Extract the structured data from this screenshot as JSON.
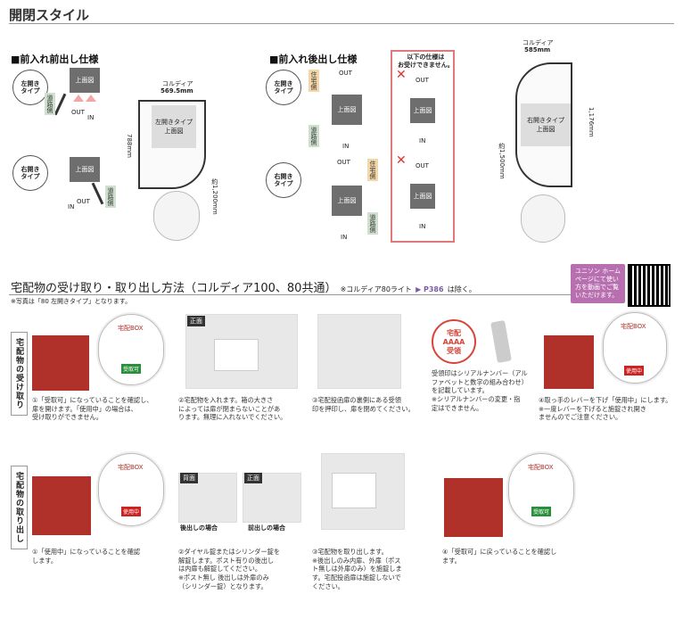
{
  "header": {
    "title": "開閉スタイル"
  },
  "front_front": {
    "title": "■前入れ前出し仕様",
    "left_type": "左開き\nタイプ",
    "right_type": "右開き\nタイプ",
    "top_view": "上面図",
    "road_side": "道路側",
    "out": "OUT",
    "in": "IN",
    "model": "コルディア",
    "width": "569.5mm",
    "depth": "788mm",
    "height": "約1,200mm",
    "plan_label": "左開きタイプ\n上面図"
  },
  "front_back": {
    "title": "■前入れ後出し仕様",
    "left_type": "左開き\nタイプ",
    "right_type": "右開き\nタイプ",
    "top_view": "上面図",
    "house_side": "住宅側",
    "road_side": "道路側",
    "out": "OUT",
    "in": "IN",
    "not_available": "以下の仕様は\nお受けできません。"
  },
  "plan2": {
    "model": "コルディア",
    "width": "585mm",
    "height": "1,176mm",
    "total": "約1,500mm",
    "plan_label": "右開きタイプ\n上面図"
  },
  "section2": {
    "title": "宅配物の受け取り・取り出し方法（コルディア100、80共通）",
    "note_a": "※コルディア80ライト",
    "note_b": "P386",
    "note_c": "は除く。",
    "photo_note": "※写真は「80 左開きタイプ」となります。",
    "badge": "ユニソン ホーム\nページにて使い\n方を動画でご覧\nいただけます。"
  },
  "receive": {
    "side_label": "宅配物の受け取り",
    "steps": [
      {
        "caption": "①「受取可」になっていることを確認し、\n扉を開けます。「使用中」の場合は、\n受け取りができません。"
      },
      {
        "caption": "②宅配物を入れます。箱の大きさ\nによっては扉が閉まらないことがあ\nります。無理に入れないでください。"
      },
      {
        "caption": "③宅配投函扉の裏側にある受領\n印を押印し、扉を閉めてください。"
      },
      {
        "caption": "④取っ手のレバーを下げ「使用中」にします。\n※一度レバーを下げると施錠され開き\nませんのでご注意ください。"
      }
    ],
    "stamp_note": "受領印はシリアルナンバー（アル\nファベットと数字の組み合わせ）\nを記載しています。\n※シリアルナンバーの変更・指\n定はできません。",
    "stamp_top": "宅配",
    "stamp_mid": "AAAA",
    "stamp_bot": "受領",
    "front_tag": "正面",
    "box_label": "宅配BOX",
    "accept": "受取可",
    "in_use": "使用中"
  },
  "takeout": {
    "side_label": "宅配物の取り出し",
    "steps": [
      {
        "caption": "①「使用中」になっていることを確認\nします。"
      },
      {
        "caption": "②ダイヤル錠またはシリンダー錠を\n解錠します。ポスト有りの後出し\nは内扉も解錠してください。\n※ポスト無し 後出しは外扉のみ\n（シリンダー錠）となります。"
      },
      {
        "caption": "③宅配物を取り出します。\n※後出しのみ内扉、外扉（ポス\nト無しは外扉のみ）を施錠しま\nす。宅配投函扉は施錠しないで\nください。"
      },
      {
        "caption": "④「受取可」に戻っていることを確認し\nます。"
      }
    ],
    "back_tag": "背面",
    "front_tag": "正面",
    "back_case": "後出しの場合",
    "front_case": "前出しの場合",
    "box_label": "宅配BOX",
    "accept": "受取可",
    "in_use": "使用中"
  }
}
